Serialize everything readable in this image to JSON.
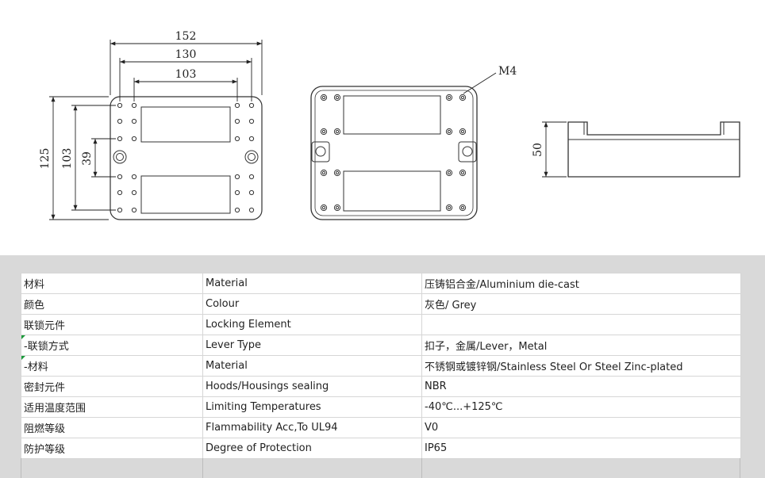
{
  "drawing": {
    "dimensions": {
      "top_view": {
        "overall_width": "152",
        "hole_spacing_outer": "130",
        "hole_spacing_inner": "103",
        "overall_height": "125",
        "hole_spacing_vertical": "103",
        "center_spacing": "39"
      },
      "front_view": {
        "thread_label": "M4"
      },
      "side_view": {
        "height": "50"
      }
    }
  },
  "specs": {
    "rows": [
      {
        "cn": "材料",
        "en": "Material",
        "value": "压铸铝合金/Aluminium die-cast",
        "sub": false
      },
      {
        "cn": "颜色",
        "en": "Colour",
        "value": "灰色/ Grey",
        "sub": false
      },
      {
        "cn": "联锁元件",
        "en": "Locking Element",
        "value": "",
        "sub": false
      },
      {
        "cn": "-联锁方式",
        "en": "Lever Type",
        "value": "扣子，金属/Lever，Metal",
        "sub": true
      },
      {
        "cn": "-材料",
        "en": "Material",
        "value": "不锈钢或镀锌钢/Stainless Steel Or Steel Zinc-plated",
        "sub": true
      },
      {
        "cn": "密封元件",
        "en": "Hoods/Housings sealing",
        "value": "NBR",
        "sub": false
      },
      {
        "cn": "适用温度范围",
        "en": "Limiting Temperatures",
        "value": "-40℃...+125℃",
        "sub": false
      },
      {
        "cn": "阻燃等级",
        "en": "Flammability Acc,To UL94",
        "value": "V0",
        "sub": false
      },
      {
        "cn": "防护等级",
        "en": "Degree of Protection",
        "value": "IP65",
        "sub": false
      }
    ]
  }
}
